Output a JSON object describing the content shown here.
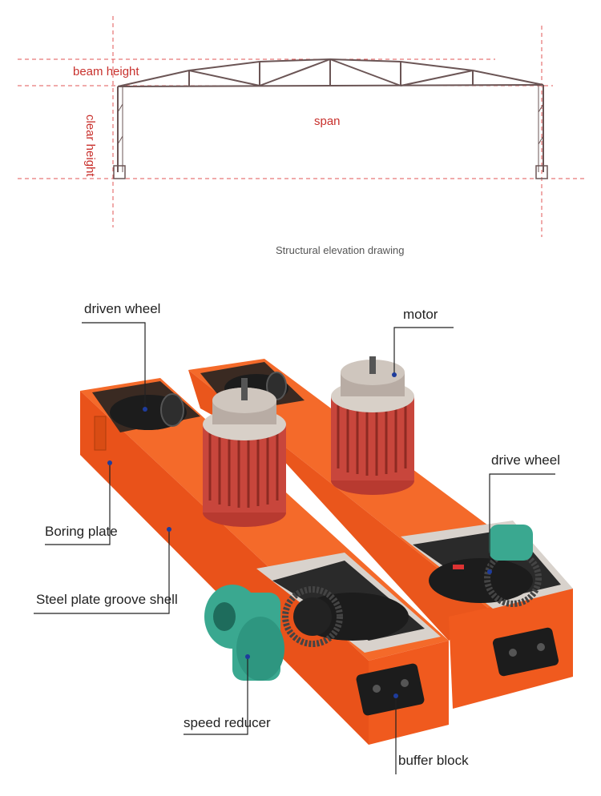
{
  "elevation": {
    "beam_height_label": "beam height",
    "clear_height_label": "clear height",
    "span_label": "span",
    "caption": "Structural elevation drawing",
    "colors": {
      "dimension_line": "#e05555",
      "structure": "#6b5555",
      "label": "#c8302c"
    }
  },
  "parts": {
    "driven_wheel": "driven wheel",
    "motor": "motor",
    "drive_wheel": "drive wheel",
    "boring_plate": "Boring plate",
    "steel_plate_groove_shell": "Steel plate groove shell",
    "speed_reducer": "speed reducer",
    "buffer_block": "buffer block",
    "colors": {
      "body": "#f05a1e",
      "motor": "#c8463c",
      "reducer": "#3aa890",
      "wheel": "#1c1c1c",
      "pointer": "#1e3c9c"
    }
  }
}
